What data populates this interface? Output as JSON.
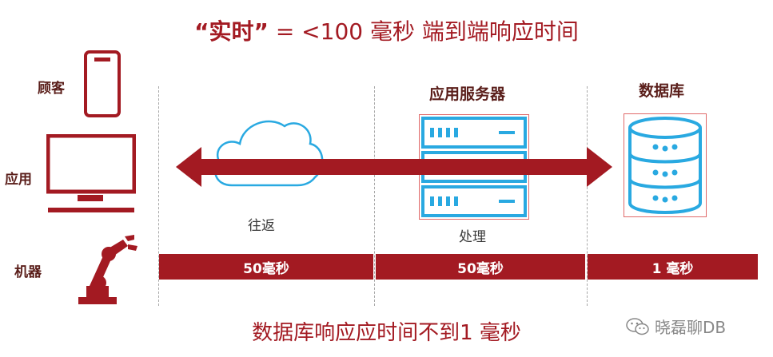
{
  "title": {
    "quoted": "“实时”",
    "rest": " = <100 毫秒 端到端响应时间"
  },
  "left_labels": {
    "customer": "顾客",
    "application": "应用",
    "machine": "机器"
  },
  "columns": {
    "app_server": "应用服务器",
    "database": "数据库",
    "roundtrip": "往返",
    "processing": "处理"
  },
  "timing_bar": {
    "segments": [
      "50毫秒",
      "50毫秒",
      "1 毫秒"
    ]
  },
  "footer": "数据库响应应时间不到1 毫秒",
  "watermark": "晓磊聊DB",
  "colors": {
    "brand_red": "#a31a22",
    "icon_blue": "#29a9e1",
    "label_brown": "#5a1e1a"
  },
  "icons": [
    "phone-icon",
    "monitor-icon",
    "robot-arm-icon",
    "cloud-icon",
    "server-icon",
    "database-icon",
    "wechat-icon"
  ]
}
